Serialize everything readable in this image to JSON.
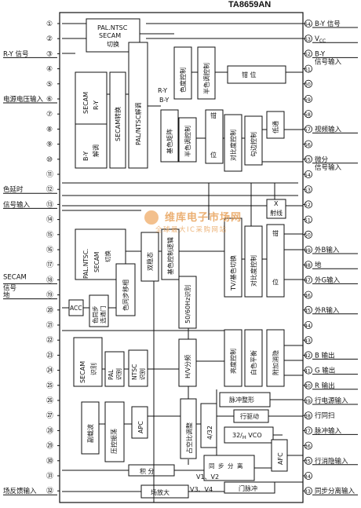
{
  "chip": {
    "title": "TA8659AN"
  },
  "left_pins": [
    "①",
    "②",
    "③",
    "④",
    "⑤",
    "⑥",
    "⑦",
    "⑧",
    "⑨",
    "⑩",
    "⑪",
    "⑫",
    "⑬",
    "⑭",
    "⑮",
    "⑯",
    "⑰",
    "⑱",
    "⑲",
    "⑳",
    "㉑",
    "㉒",
    "㉓",
    "㉔",
    "㉕",
    "㉖",
    "㉗",
    "㉘",
    "㉙",
    "㉚",
    "㉛",
    "㉜"
  ],
  "right_pins": [
    "64",
    "63",
    "62",
    "61",
    "60",
    "59",
    "58",
    "57",
    "56",
    "55",
    "54",
    "53",
    "52",
    "51",
    "50",
    "49",
    "48",
    "47",
    "46",
    "45",
    "44",
    "43",
    "42",
    "41",
    "40",
    "39",
    "38",
    "37",
    "36",
    "35",
    "34",
    "33"
  ],
  "left_labels": [
    {
      "text": "R-Y 信号",
      "pin": 3
    },
    {
      "text": "电源电压输入",
      "pin": 6
    },
    {
      "text": "色延时",
      "pin": 12
    },
    {
      "text": "信号输入",
      "pin": 13
    },
    {
      "text": "SECAM",
      "pin": 18
    },
    {
      "text": "信号",
      "pin": 18
    },
    {
      "text": "地",
      "pin": 19
    },
    {
      "text": "场反馈输入",
      "pin": 32
    }
  ],
  "right_labels": [
    {
      "text": "B-Y 信号",
      "pin": 1
    },
    {
      "text": "V",
      "sub": "CC",
      "pin": 2
    },
    {
      "text": "B-Y",
      "pin": 3
    },
    {
      "text": "信号输入",
      "pin": 3
    },
    {
      "text": "视频输入",
      "pin": 8
    },
    {
      "text": "微分",
      "pin": 10
    },
    {
      "text": "信号输入",
      "pin": 10
    },
    {
      "text": "外B输入",
      "pin": 16
    },
    {
      "text": "地",
      "pin": 17
    },
    {
      "text": "外G输入",
      "pin": 18
    },
    {
      "text": "外R输入",
      "pin": 20
    },
    {
      "text": "B 输出",
      "pin": 23
    },
    {
      "text": "G 输出",
      "pin": 24
    },
    {
      "text": "R 输出",
      "pin": 25
    },
    {
      "text": "行电源输入",
      "pin": 26
    },
    {
      "text": "行同扫",
      "pin": 27
    },
    {
      "text": "脉冲输入",
      "pin": 28
    },
    {
      "text": "行消隐输入",
      "pin": 30
    },
    {
      "text": "同步分离输入",
      "pin": 32
    }
  ],
  "blocks": {
    "pal_ntsc_secam_switch": [
      "PAL.NTSC",
      "SECAM",
      "切换"
    ],
    "secam_ry": [
      "SECAM",
      "R-Y"
    ],
    "by_demod": [
      "B-Y",
      "解调"
    ],
    "secam_switch": "SECAM转换",
    "pal_ntsc_demod": "PAL/NTSC解调",
    "color_ctrl": "色度控制",
    "half_color_adj": "半色调控制",
    "clamp_top": "钳    位",
    "base_color": "基色矩阵",
    "half_color_ctrl": "半色调控制",
    "contrast": "对比度控制",
    "clamp2": "钳",
    "pos2": "位",
    "outline": "勾边控制",
    "lowpass": "低通",
    "ry_label": "R-Y",
    "by_label": "B-Y",
    "x_ray": [
      "X",
      "射线"
    ],
    "pal_ntsc_secam_switch2": [
      "PAL.NTSC.",
      "SECAM",
      "切换"
    ],
    "double_color": "双稳态",
    "color_ctrl_logic": "基色控制逻辑",
    "tv_base_switch": "TV/基色切换",
    "contrast2": "对比度控制",
    "clamp3": "钳",
    "pos3": "位",
    "acc": "ACC",
    "color_sync": [
      "色同步",
      "选通门"
    ],
    "color_sync_shift": "色同步移相",
    "fifty_sixty": "50/60Hz识别",
    "hv_divide": "H/V分频",
    "brightness": "亮度控制",
    "white_balance": "白色平衡",
    "add_blank": "附加消隐",
    "secam_id": [
      "SECAM",
      "识别"
    ],
    "pal_id": [
      "PAL",
      "识别"
    ],
    "ntsc_id": [
      "NTSC",
      "识别"
    ],
    "apc": "APC",
    "vco_osc": "压控振荡",
    "demod_wave": "副载波",
    "duty": "占空比调整",
    "pulse_shape": "脉冲整形",
    "h_drive": "行驱动",
    "ratio_432": "4/32",
    "vco": [
      "32/",
      "H",
      " VCO"
    ],
    "afc": "AFC",
    "sync_sep": [
      "同",
      "步",
      "分",
      "离"
    ],
    "v1v2": "V1、V2",
    "v3v4": "V3、V4",
    "gate": "门脉冲",
    "integral": "积   分",
    "v_amp": "场放大"
  },
  "watermark": {
    "line1": "维库电子市场网",
    "line2": "全球最大IC采购网站"
  }
}
